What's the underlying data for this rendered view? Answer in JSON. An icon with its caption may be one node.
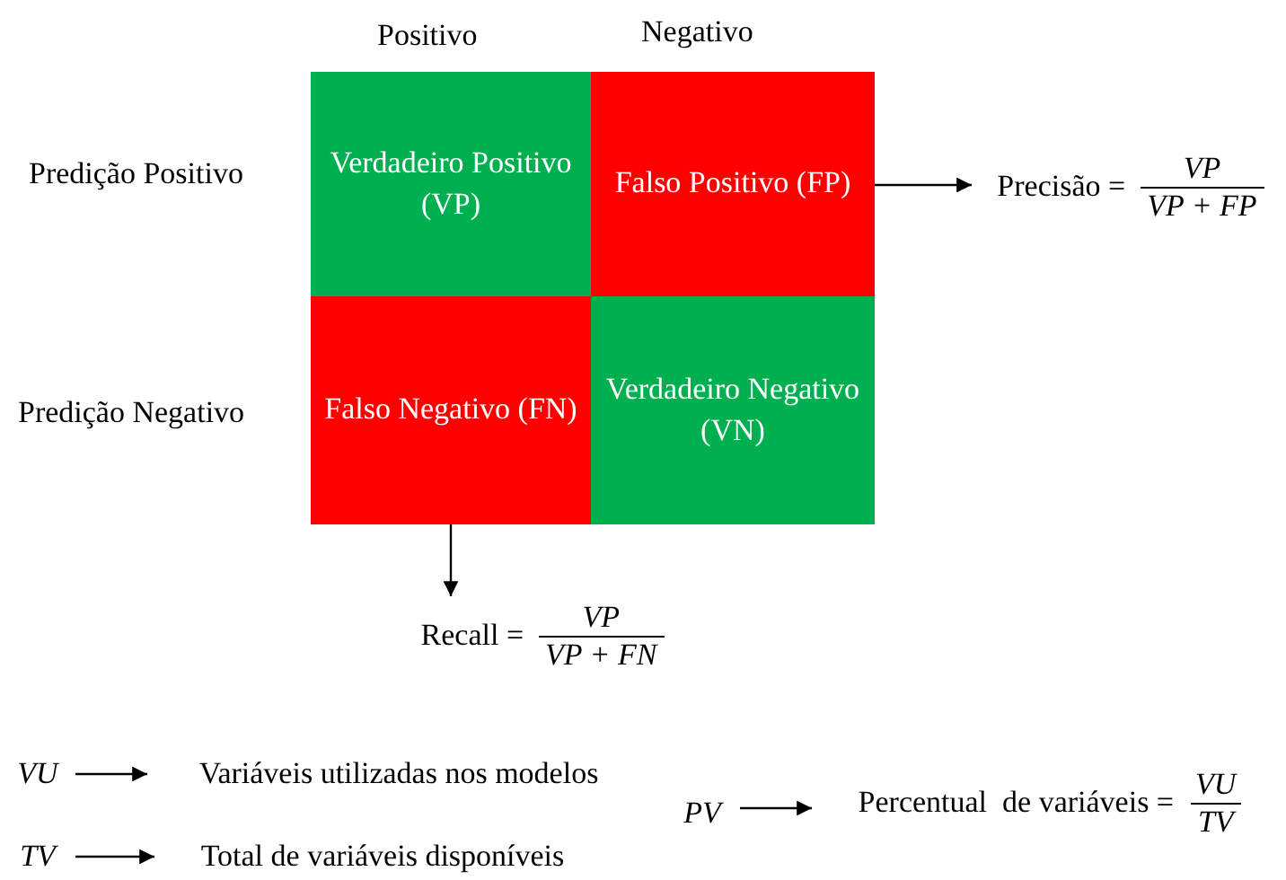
{
  "diagram": {
    "nodes": [
      {
        "text": [
          "Verdadeiro Positivo (VP)"
        ]
      },
      {
        "text": [
          "Falso Positivo (FP)"
        ]
      },
      {
        "text": [
          "Falso Negativo (FN)"
        ]
      },
      {
        "text": [
          "Verdadeiro Negativo (VN)"
        ]
      },
      {
        "text": [
          "Precisão =",
          "VP",
          "VP + FP"
        ]
      },
      {
        "text": [
          "Recall =",
          "VP",
          "VP + FN"
        ]
      },
      {
        "text": [
          "VU"
        ]
      },
      {
        "text": [
          "Variáveis utilizadas nos modelos"
        ]
      },
      {
        "text": [
          "TV"
        ]
      },
      {
        "text": [
          "Total de variáveis disponíveis"
        ]
      },
      {
        "text": [
          "PV"
        ]
      },
      {
        "text": [
          "Percentual  de variáveis =",
          "VU",
          "TV"
        ]
      }
    ],
    "edges": [
      {
        "from": 1,
        "to": 4,
        "arrow": "to"
      },
      {
        "from": 2,
        "to": 5,
        "arrow": "to"
      },
      {
        "from": 6,
        "to": 7,
        "arrow": "to"
      },
      {
        "from": 8,
        "to": 9,
        "arrow": "to"
      },
      {
        "from": 10,
        "to": 11,
        "arrow": "to"
      }
    ],
    "labels": [
      "Positivo",
      "Negativo",
      "Predição Positivo",
      "Predição Negativo"
    ]
  }
}
